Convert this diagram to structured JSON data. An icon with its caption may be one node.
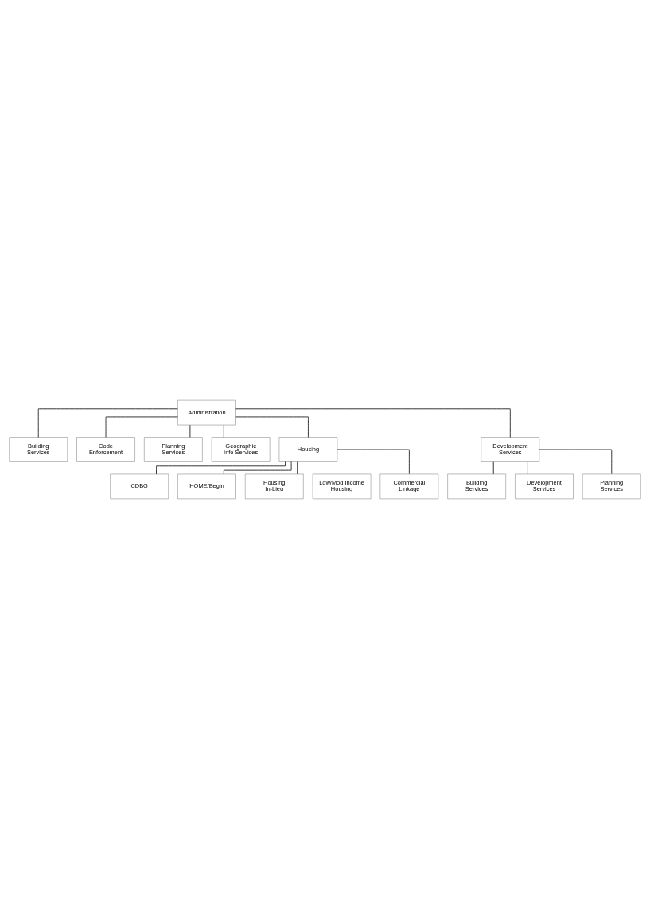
{
  "diagram": {
    "nodes": [
      {
        "text": [
          "Administration"
        ]
      },
      {
        "text": [
          "Building Services"
        ]
      },
      {
        "text": [
          "Code Enforcement"
        ]
      },
      {
        "text": [
          "Planning Services"
        ]
      },
      {
        "text": [
          "Geographic Info Services"
        ]
      },
      {
        "text": [
          "Housing"
        ]
      },
      {
        "text": [
          "CDBG"
        ]
      },
      {
        "text": [
          "HOME/Begin"
        ]
      },
      {
        "text": [
          "Housing In-Lieu"
        ]
      },
      {
        "text": [
          "Low/Mod Income Housing"
        ]
      },
      {
        "text": [
          "Commercial Linkage"
        ]
      },
      {
        "text": [
          "Development Services"
        ]
      },
      {
        "text": [
          "Building Services"
        ]
      },
      {
        "text": [
          "Development Services"
        ]
      },
      {
        "text": [
          "Planning Services"
        ]
      }
    ],
    "edges": [
      {
        "from": 0,
        "to": 1,
        "arrow": "none"
      },
      {
        "from": 0,
        "to": 2,
        "arrow": "none"
      },
      {
        "from": 0,
        "to": 3,
        "arrow": "none"
      },
      {
        "from": 0,
        "to": 4,
        "arrow": "none"
      },
      {
        "from": 0,
        "to": 5,
        "arrow": "none"
      },
      {
        "from": 0,
        "to": 11,
        "arrow": "none"
      },
      {
        "from": 5,
        "to": 6,
        "arrow": "none"
      },
      {
        "from": 5,
        "to": 7,
        "arrow": "none"
      },
      {
        "from": 5,
        "to": 8,
        "arrow": "none"
      },
      {
        "from": 5,
        "to": 9,
        "arrow": "none"
      },
      {
        "from": 5,
        "to": 10,
        "arrow": "none"
      },
      {
        "from": 11,
        "to": 12,
        "arrow": "none"
      },
      {
        "from": 11,
        "to": 13,
        "arrow": "none"
      },
      {
        "from": 11,
        "to": 14,
        "arrow": "none"
      }
    ]
  }
}
